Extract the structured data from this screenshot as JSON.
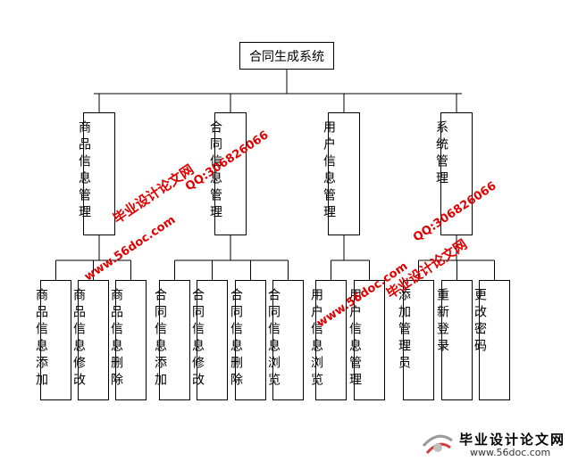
{
  "root": {
    "label": "合同生成系统"
  },
  "modules": [
    {
      "label": "商品信息管理",
      "children": [
        "商品信息添加",
        "商品信息修改",
        "商品信息删除"
      ]
    },
    {
      "label": "合同信息管理",
      "children": [
        "合同信息添加",
        "合同信息修改",
        "合同信息删除",
        "合同信息浏览"
      ]
    },
    {
      "label": "用户信息管理",
      "children": [
        "用户信息浏览",
        "用户信息管理"
      ]
    },
    {
      "label": "系统管理",
      "children": [
        "添加管理员",
        "重新登录",
        "更改密码"
      ]
    }
  ],
  "watermarks": {
    "site_a": "毕业设计论文网",
    "url_a": "www.56doc.com",
    "qq_a": "QQ:306826066",
    "site_b": "毕业设计论文网",
    "url_b": "www.56doc.com",
    "qq_b": "QQ:306826066",
    "color": "#e00000"
  },
  "footer_logo": {
    "title": "毕业设计论文网",
    "url": "www.56doc.com"
  }
}
